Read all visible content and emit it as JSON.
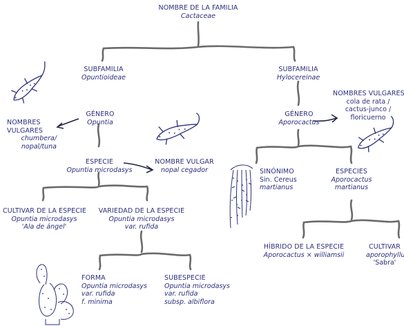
{
  "family": {
    "title": "NOMBRE DE LA FAMILIA",
    "name": "Cactaceae"
  },
  "subfamily_left": {
    "title": "SUBFAMILIA",
    "name": "Opuntioideae"
  },
  "subfamily_right": {
    "title": "SUBFAMILIA",
    "name": "Hylocereinae"
  },
  "common_left": {
    "title1": "NOMBRES",
    "title2": "VULGARES",
    "name1": "chumbera/",
    "name2": "nopal/tuna"
  },
  "genus_left": {
    "title": "GÉNERO",
    "name": "Opuntia"
  },
  "species_left": {
    "title": "ESPECIE",
    "name": "Opuntia microdasys"
  },
  "common_species": {
    "title": "NOMBRE VULGAR",
    "name": "nopal cegador"
  },
  "cultivar_left": {
    "title": "CULTIVAR DE LA ESPECIE",
    "name": "Opuntia microdasys",
    "extra": "'Ala de ángel'"
  },
  "variety": {
    "title": "VARIEDAD DE LA ESPECIE",
    "name": "Opuntia microdasys",
    "extra": "var. rufida"
  },
  "forma": {
    "title": "FORMA",
    "name": "Opuntia microdasys",
    "extra1": "var. rufida",
    "extra2": "f. minima"
  },
  "subspecies": {
    "title": "SUBESPECIE",
    "name": "Opuntia microdasys",
    "extra1": "var. rufida",
    "extra2": "subsp. albiflora"
  },
  "common_right": {
    "title": "NOMBRES VULGARES",
    "line1": "cola de rata /",
    "line2": "cactus-junco /",
    "line3": "floricuerno"
  },
  "genus_right": {
    "title": "GÉNERO",
    "name": "Aporocactus"
  },
  "synonym": {
    "title": "SINÓNIMO",
    "line1": "Sin. Cereus",
    "line2": "martianus"
  },
  "species_right": {
    "title": "ESPECIES",
    "line1": "Aporocactus",
    "line2": "martianus"
  },
  "hybrid": {
    "title": "HÍBRIDO DE LA ESPECIE",
    "name": "Aporocactus × williamsii"
  },
  "cultivar_right": {
    "title": "CULTIVAR",
    "line1": "aporophyllum",
    "line2": "'Sabra'"
  },
  "colors": {
    "ink": "#2a2f7a",
    "branch": "#6b6a6a"
  }
}
